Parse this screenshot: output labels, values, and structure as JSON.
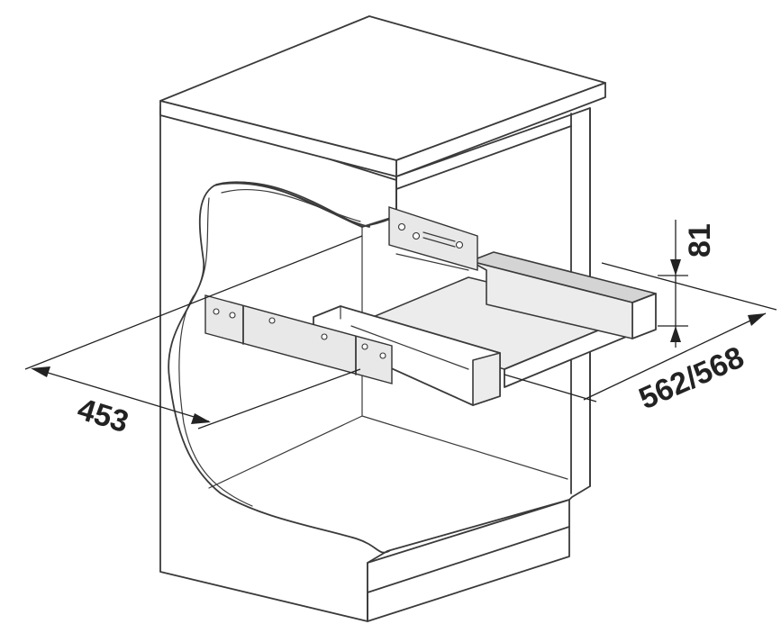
{
  "dimensions": {
    "depth_label": "453",
    "length_label": "562/568",
    "height_label": "81"
  },
  "colors": {
    "line": "#3a3a3a",
    "text": "#222222",
    "shade": "#ececec",
    "background": "#ffffff"
  }
}
